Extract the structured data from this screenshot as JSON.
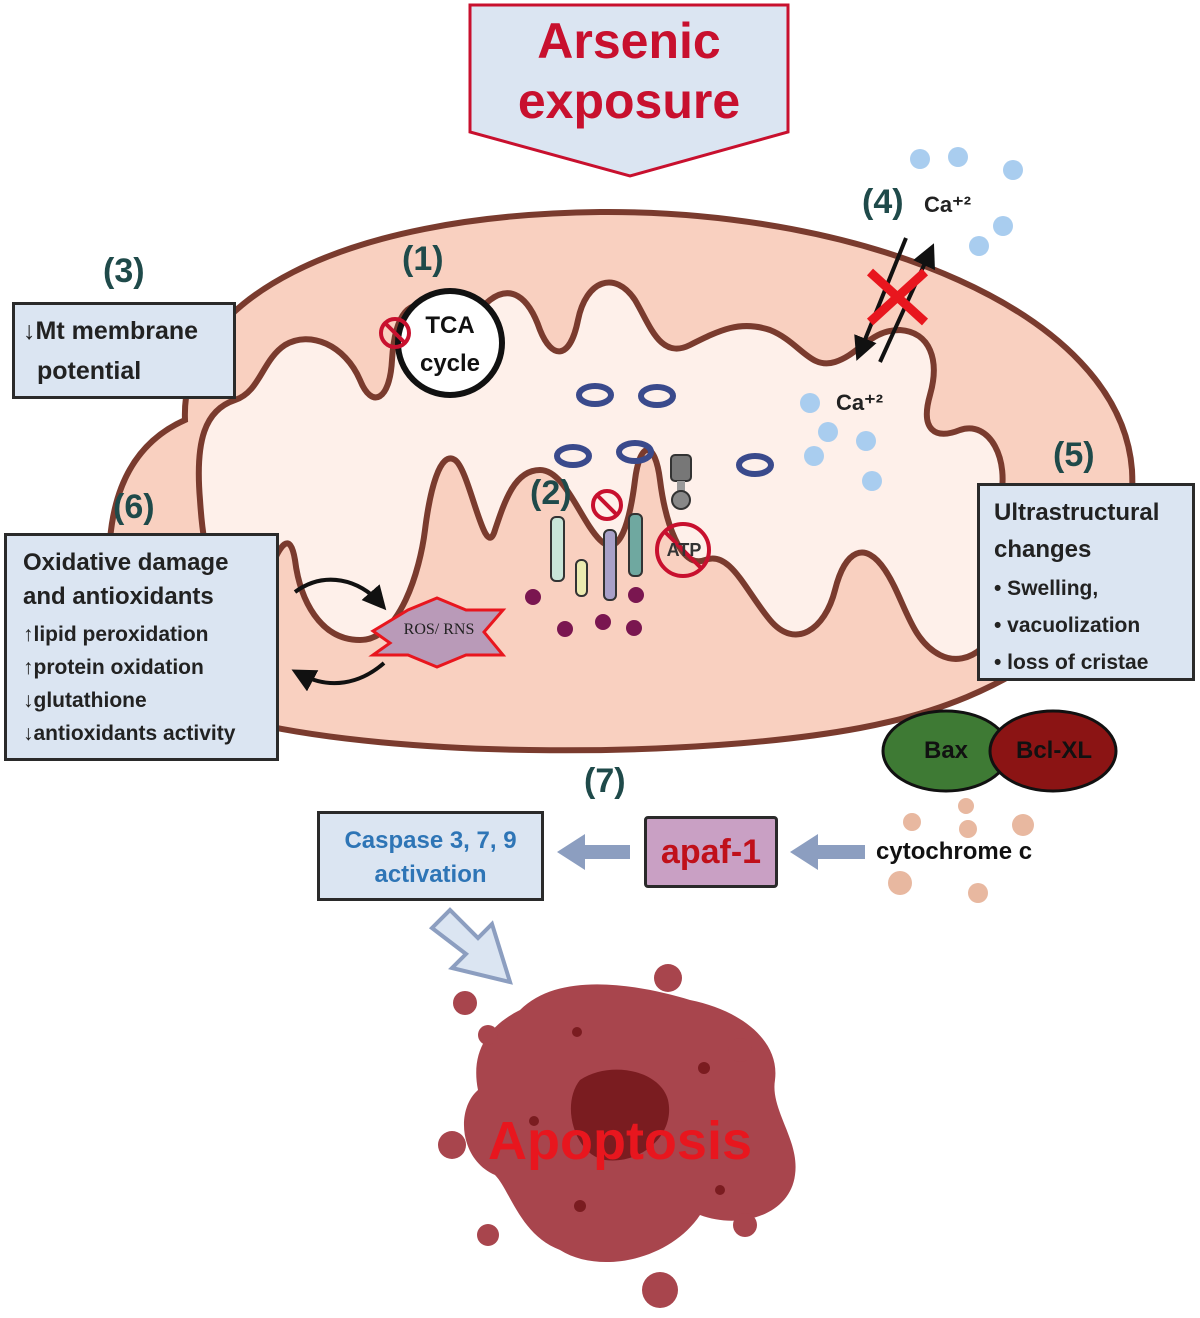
{
  "title": {
    "line1": "Arsenic",
    "line2": "exposure"
  },
  "steps": {
    "s1": "(1)",
    "s2": "(2)",
    "s3": "(3)",
    "s4": "(4)",
    "s5": "(5)",
    "s6": "(6)",
    "s7": "(7)"
  },
  "tca": {
    "line1": "TCA",
    "line2": "cycle"
  },
  "atp": "ATP",
  "ros": "ROS/ RNS",
  "calcium": {
    "outside": "Ca⁺²",
    "inside": "Ca⁺²"
  },
  "membrane_box": {
    "line1": "↓Mt membrane",
    "line2": "potential"
  },
  "oxidative_box": {
    "title1": "Oxidative damage",
    "title2": "and antioxidants",
    "items": [
      "↑lipid peroxidation",
      "↑protein oxidation",
      "↓glutathione",
      "↓antioxidants activity"
    ]
  },
  "ultra_box": {
    "title1": "Ultrastructural",
    "title2": "changes",
    "items": [
      "• Swelling,",
      "• vacuolization",
      "• loss of cristae"
    ]
  },
  "bax": "Bax",
  "bcl": "Bcl-XL",
  "cytochrome": "cytochrome c",
  "apaf": "apaf-1",
  "caspase": {
    "line1": "Caspase 3, 7, 9",
    "line2": "activation"
  },
  "apoptosis": "Apoptosis",
  "colors": {
    "title_red": "#c8102e",
    "box_fill": "#dbe5f2",
    "membrane": "#7a3b2e",
    "matrix": "#fde3d8",
    "outer_fill": "#f9d0c0",
    "caspase_text": "#2e75b6",
    "apaf_fill": "#c9a0c4",
    "apaf_text": "#c0101a",
    "apoptosis_cell": "#a8454d"
  }
}
